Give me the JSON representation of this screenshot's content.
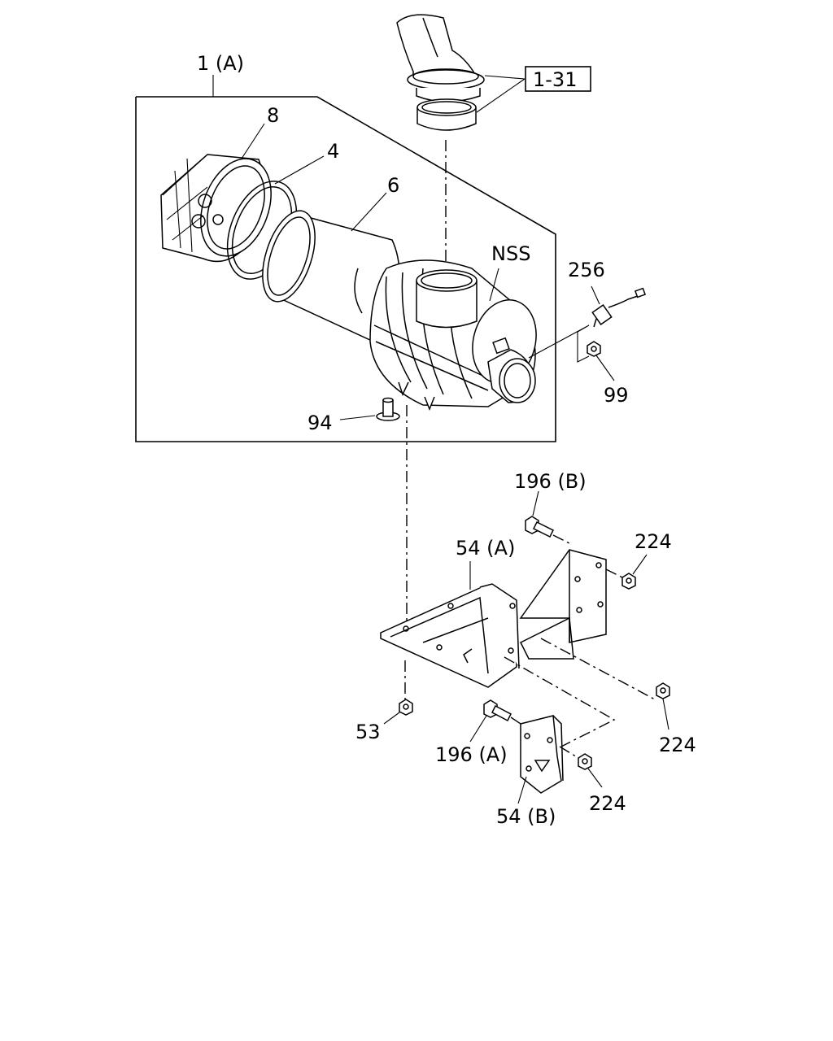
{
  "callouts": {
    "c_1a": "1 (A)",
    "c_8": "8",
    "c_4": "4",
    "c_6": "6",
    "c_nss": "NSS",
    "c_1_31": "1-31",
    "c_256": "256",
    "c_99": "99",
    "c_94": "94",
    "c_196b": "196 (B)",
    "c_224a": "224",
    "c_54a": "54 (A)",
    "c_224b": "224",
    "c_53": "53",
    "c_196a": "196 (A)",
    "c_224c": "224",
    "c_54b": "54 (B)"
  }
}
